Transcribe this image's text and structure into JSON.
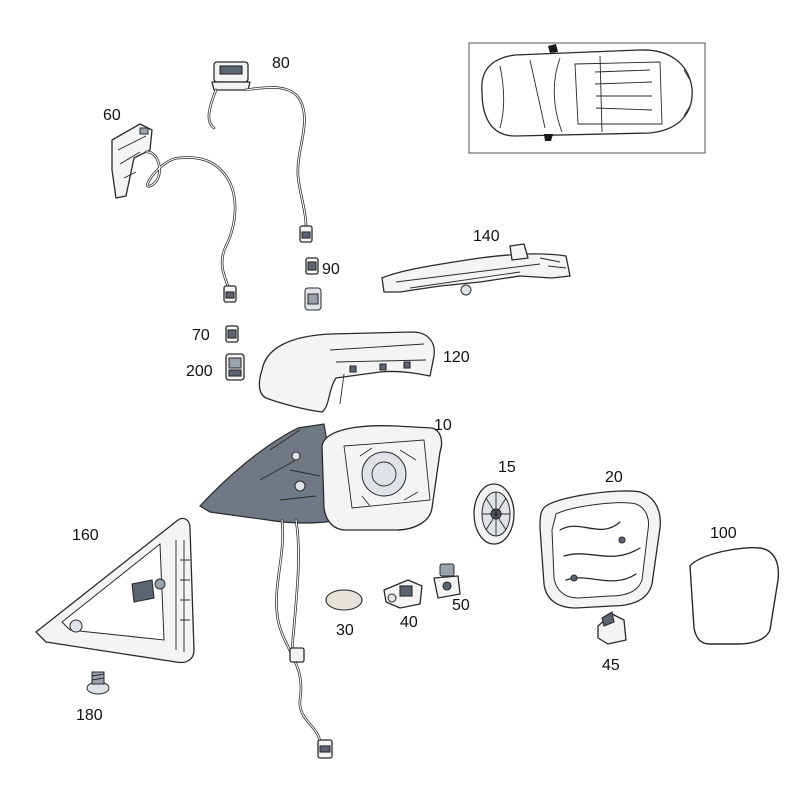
{
  "callouts": {
    "p80": "80",
    "p60": "60",
    "p90": "90",
    "p140": "140",
    "p70": "70",
    "p200": "200",
    "p120": "120",
    "p10": "10",
    "p15": "15",
    "p20": "20",
    "p100": "100",
    "p160": "160",
    "p30": "30",
    "p40": "40",
    "p50": "50",
    "p45": "45",
    "p180": "180"
  }
}
